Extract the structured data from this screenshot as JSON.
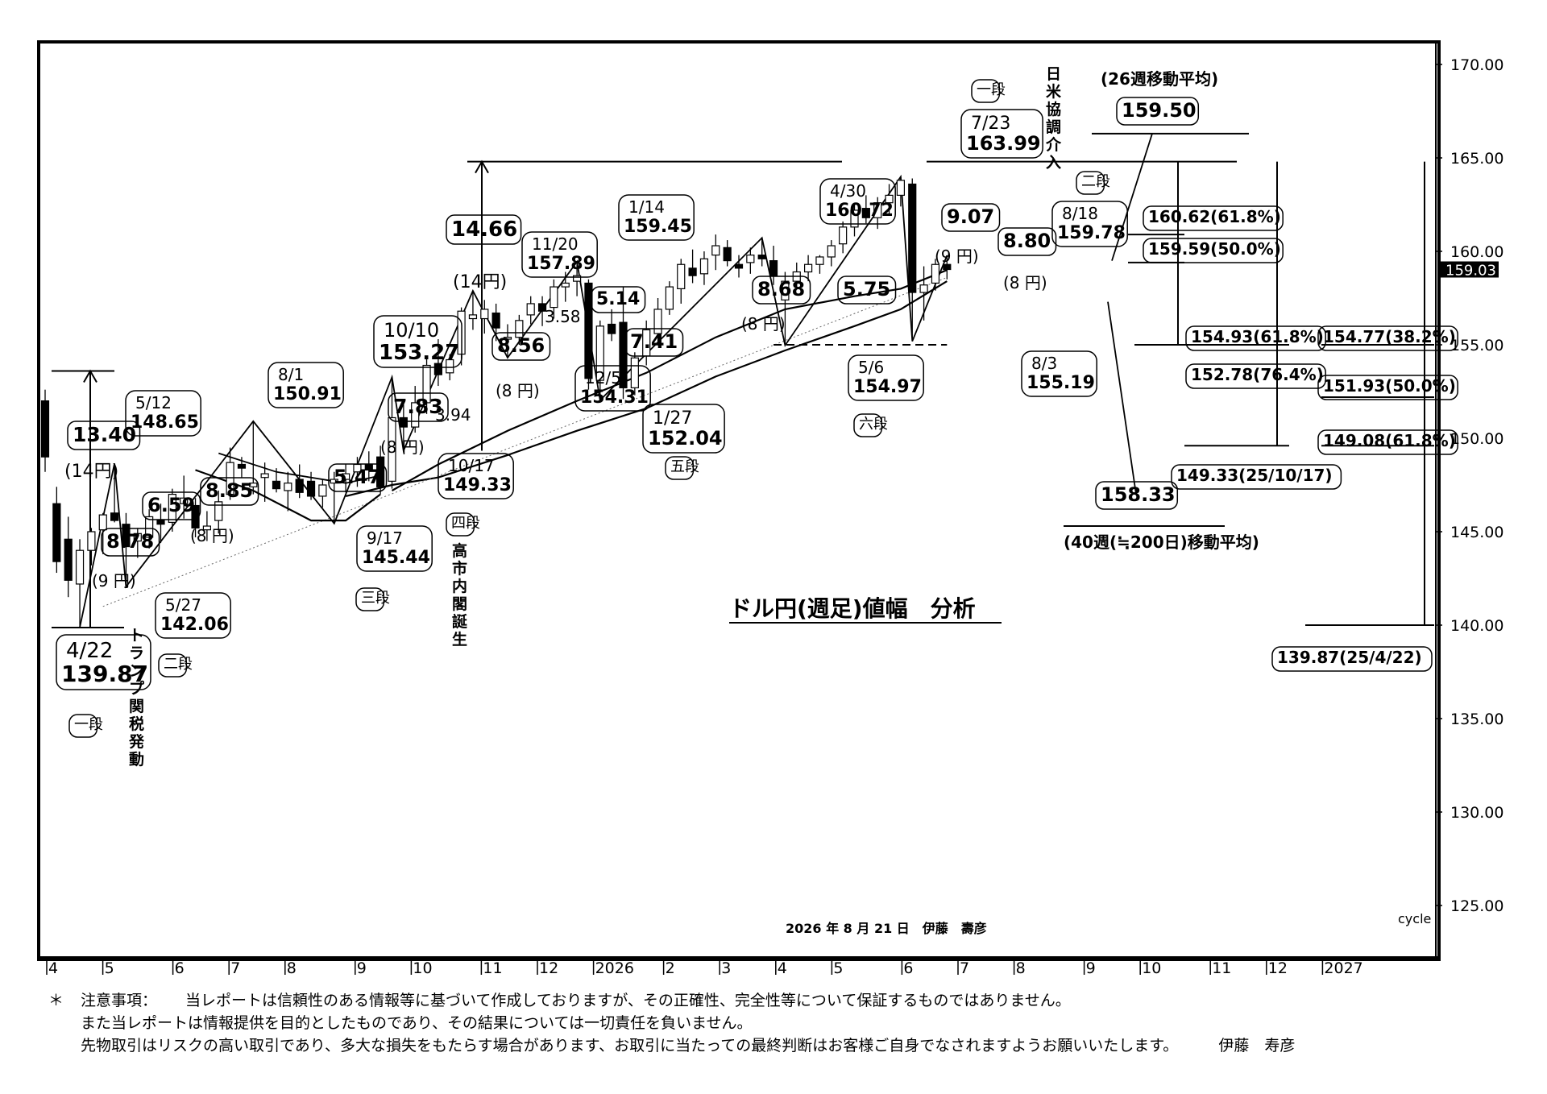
{
  "chart_data": {
    "type": "candlestick",
    "title": "ドル円(週足)値幅　分析",
    "date_line": "2026 年 8 月 21 日　伊藤　壽彦",
    "cycle_label": "cycle",
    "ylim": [
      121,
      171
    ],
    "y_ticks": [
      "170.00",
      "165.00",
      "160.00",
      "155.00",
      "150.00",
      "145.00",
      "140.00",
      "135.00",
      "130.00",
      "125.00"
    ],
    "current_price": "159.03",
    "x_labels": [
      "4",
      "5",
      "6",
      "7",
      "8",
      "9",
      "10",
      "11",
      "12",
      "2026",
      "2",
      "3",
      "4",
      "5",
      "6",
      "7",
      "8",
      "9",
      "10",
      "11",
      "12",
      "2027"
    ],
    "candles": [
      {
        "w": 0,
        "o": 152.0,
        "h": 152.6,
        "l": 148.2,
        "c": 149.0
      },
      {
        "w": 1,
        "o": 146.5,
        "h": 147.4,
        "l": 142.8,
        "c": 143.4
      },
      {
        "w": 2,
        "o": 144.6,
        "h": 145.8,
        "l": 141.5,
        "c": 142.4
      },
      {
        "w": 3,
        "o": 142.2,
        "h": 144.6,
        "l": 139.87,
        "c": 144.0
      },
      {
        "w": 4,
        "o": 144.0,
        "h": 145.2,
        "l": 143.2,
        "c": 145.0
      },
      {
        "w": 5,
        "o": 145.1,
        "h": 146.0,
        "l": 143.8,
        "c": 145.9
      },
      {
        "w": 6,
        "o": 146.0,
        "h": 148.65,
        "l": 145.5,
        "c": 145.6
      },
      {
        "w": 7,
        "o": 145.4,
        "h": 146.0,
        "l": 142.06,
        "c": 144.2
      },
      {
        "w": 8,
        "o": 144.5,
        "h": 145.2,
        "l": 143.6,
        "c": 144.9
      },
      {
        "w": 9,
        "o": 144.7,
        "h": 146.2,
        "l": 144.1,
        "c": 145.8
      },
      {
        "w": 10,
        "o": 145.6,
        "h": 146.5,
        "l": 144.4,
        "c": 145.4
      },
      {
        "w": 11,
        "o": 145.5,
        "h": 147.3,
        "l": 145.0,
        "c": 147.0
      },
      {
        "w": 12,
        "o": 146.5,
        "h": 148.0,
        "l": 145.7,
        "c": 146.8
      },
      {
        "w": 13,
        "o": 146.4,
        "h": 146.8,
        "l": 144.7,
        "c": 145.2
      },
      {
        "w": 14,
        "o": 145.1,
        "h": 146.1,
        "l": 144.5,
        "c": 145.3
      },
      {
        "w": 15,
        "o": 145.6,
        "h": 147.2,
        "l": 144.9,
        "c": 146.6
      },
      {
        "w": 16,
        "o": 147.0,
        "h": 149.5,
        "l": 146.7,
        "c": 148.7
      },
      {
        "w": 17,
        "o": 148.6,
        "h": 149.0,
        "l": 147.9,
        "c": 148.4
      },
      {
        "w": 18,
        "o": 147.4,
        "h": 150.91,
        "l": 147.0,
        "c": 147.6
      },
      {
        "w": 19,
        "o": 147.9,
        "h": 148.7,
        "l": 146.6,
        "c": 148.1
      },
      {
        "w": 20,
        "o": 147.7,
        "h": 148.4,
        "l": 147.1,
        "c": 147.3
      },
      {
        "w": 21,
        "o": 147.2,
        "h": 148.2,
        "l": 146.1,
        "c": 147.6
      },
      {
        "w": 22,
        "o": 147.8,
        "h": 148.6,
        "l": 146.8,
        "c": 147.1
      },
      {
        "w": 23,
        "o": 147.7,
        "h": 148.2,
        "l": 146.7,
        "c": 146.9
      },
      {
        "w": 24,
        "o": 146.9,
        "h": 147.8,
        "l": 146.3,
        "c": 147.5
      },
      {
        "w": 25,
        "o": 147.6,
        "h": 148.2,
        "l": 145.44,
        "c": 147.8
      },
      {
        "w": 26,
        "o": 147.8,
        "h": 148.6,
        "l": 147.1,
        "c": 148.1
      },
      {
        "w": 27,
        "o": 148.2,
        "h": 149.0,
        "l": 147.4,
        "c": 148.6
      },
      {
        "w": 28,
        "o": 148.6,
        "h": 149.3,
        "l": 147.7,
        "c": 148.3
      },
      {
        "w": 29,
        "o": 149.0,
        "h": 149.6,
        "l": 147.0,
        "c": 147.4
      },
      {
        "w": 30,
        "o": 147.7,
        "h": 153.27,
        "l": 147.3,
        "c": 151.1
      },
      {
        "w": 31,
        "o": 151.1,
        "h": 151.8,
        "l": 149.33,
        "c": 150.6
      },
      {
        "w": 32,
        "o": 150.6,
        "h": 152.8,
        "l": 150.3,
        "c": 151.9
      },
      {
        "w": 33,
        "o": 151.9,
        "h": 154.4,
        "l": 151.3,
        "c": 153.9
      },
      {
        "w": 34,
        "o": 154.0,
        "h": 155.3,
        "l": 152.8,
        "c": 153.4
      },
      {
        "w": 35,
        "o": 153.5,
        "h": 154.5,
        "l": 153.1,
        "c": 154.2
      },
      {
        "w": 36,
        "o": 154.5,
        "h": 157.0,
        "l": 153.9,
        "c": 156.8
      },
      {
        "w": 37,
        "o": 156.4,
        "h": 157.89,
        "l": 155.8,
        "c": 156.6
      },
      {
        "w": 38,
        "o": 156.4,
        "h": 157.4,
        "l": 155.6,
        "c": 156.9
      },
      {
        "w": 39,
        "o": 156.7,
        "h": 157.2,
        "l": 155.2,
        "c": 155.9
      },
      {
        "w": 40,
        "o": 155.3,
        "h": 156.1,
        "l": 154.31,
        "c": 155.4
      },
      {
        "w": 41,
        "o": 155.4,
        "h": 156.6,
        "l": 155.0,
        "c": 156.3
      },
      {
        "w": 42,
        "o": 156.6,
        "h": 157.6,
        "l": 156.1,
        "c": 157.2
      },
      {
        "w": 43,
        "o": 157.2,
        "h": 157.6,
        "l": 156.0,
        "c": 156.8
      },
      {
        "w": 44,
        "o": 157.0,
        "h": 158.5,
        "l": 156.4,
        "c": 158.1
      },
      {
        "w": 45,
        "o": 158.1,
        "h": 158.9,
        "l": 157.3,
        "c": 158.3
      },
      {
        "w": 46,
        "o": 158.4,
        "h": 159.45,
        "l": 157.6,
        "c": 158.7
      },
      {
        "w": 47,
        "o": 158.3,
        "h": 158.5,
        "l": 152.6,
        "c": 153.2
      },
      {
        "w": 48,
        "o": 153.1,
        "h": 156.3,
        "l": 152.04,
        "c": 156.0
      },
      {
        "w": 49,
        "o": 156.1,
        "h": 156.9,
        "l": 155.2,
        "c": 155.6
      },
      {
        "w": 50,
        "o": 156.2,
        "h": 158.1,
        "l": 152.1,
        "c": 152.7
      },
      {
        "w": 51,
        "o": 152.7,
        "h": 154.6,
        "l": 152.3,
        "c": 154.3
      },
      {
        "w": 52,
        "o": 154.4,
        "h": 156.3,
        "l": 153.9,
        "c": 155.8
      },
      {
        "w": 53,
        "o": 155.6,
        "h": 157.5,
        "l": 155.0,
        "c": 156.9
      },
      {
        "w": 54,
        "o": 156.9,
        "h": 158.4,
        "l": 156.6,
        "c": 158.1
      },
      {
        "w": 55,
        "o": 158.0,
        "h": 159.6,
        "l": 157.2,
        "c": 159.3
      },
      {
        "w": 56,
        "o": 159.1,
        "h": 160.1,
        "l": 158.3,
        "c": 158.7
      },
      {
        "w": 57,
        "o": 158.8,
        "h": 160.0,
        "l": 158.2,
        "c": 159.6
      },
      {
        "w": 58,
        "o": 159.8,
        "h": 160.9,
        "l": 159.0,
        "c": 160.3
      },
      {
        "w": 59,
        "o": 160.2,
        "h": 160.6,
        "l": 159.2,
        "c": 159.5
      },
      {
        "w": 60,
        "o": 159.3,
        "h": 159.8,
        "l": 158.6,
        "c": 159.1
      },
      {
        "w": 61,
        "o": 159.4,
        "h": 160.2,
        "l": 158.8,
        "c": 159.8
      },
      {
        "w": 62,
        "o": 159.8,
        "h": 160.72,
        "l": 159.2,
        "c": 159.6
      },
      {
        "w": 63,
        "o": 159.5,
        "h": 160.3,
        "l": 158.2,
        "c": 158.7
      },
      {
        "w": 64,
        "o": 157.4,
        "h": 158.9,
        "l": 154.97,
        "c": 158.4
      },
      {
        "w": 65,
        "o": 158.4,
        "h": 159.4,
        "l": 158.0,
        "c": 158.9
      },
      {
        "w": 66,
        "o": 158.9,
        "h": 159.8,
        "l": 158.4,
        "c": 159.3
      },
      {
        "w": 67,
        "o": 159.3,
        "h": 159.8,
        "l": 158.8,
        "c": 159.7
      },
      {
        "w": 68,
        "o": 159.7,
        "h": 160.6,
        "l": 159.2,
        "c": 160.3
      },
      {
        "w": 69,
        "o": 160.4,
        "h": 161.6,
        "l": 159.9,
        "c": 161.3
      },
      {
        "w": 70,
        "o": 161.3,
        "h": 162.6,
        "l": 160.8,
        "c": 162.2
      },
      {
        "w": 71,
        "o": 162.3,
        "h": 163.0,
        "l": 161.5,
        "c": 161.8
      },
      {
        "w": 72,
        "o": 161.8,
        "h": 162.9,
        "l": 161.2,
        "c": 162.6
      },
      {
        "w": 73,
        "o": 162.6,
        "h": 163.6,
        "l": 162.0,
        "c": 163.0
      },
      {
        "w": 74,
        "o": 163.0,
        "h": 163.99,
        "l": 162.4,
        "c": 163.8
      },
      {
        "w": 75,
        "o": 163.6,
        "h": 163.9,
        "l": 155.19,
        "c": 157.8
      },
      {
        "w": 76,
        "o": 157.8,
        "h": 159.2,
        "l": 156.3,
        "c": 158.2
      },
      {
        "w": 77,
        "o": 158.3,
        "h": 159.6,
        "l": 157.9,
        "c": 159.3
      },
      {
        "w": 78,
        "o": 159.3,
        "h": 159.78,
        "l": 158.5,
        "c": 159.03
      }
    ],
    "annotations": {
      "lows_highs": [
        {
          "date": "4/22",
          "value": "139.87"
        },
        {
          "date": "5/12",
          "value": "148.65"
        },
        {
          "date": "5/27",
          "value": "142.06"
        },
        {
          "date": "8/1",
          "value": "150.91"
        },
        {
          "date": "9/17",
          "value": "145.44"
        },
        {
          "date": "10/10",
          "value": "153.27"
        },
        {
          "date": "10/17",
          "value": "149.33"
        },
        {
          "date": "11/20",
          "value": "157.89"
        },
        {
          "date": "12/5",
          "value": "154.31"
        },
        {
          "date": "1/14",
          "value": "159.45"
        },
        {
          "date": "1/27",
          "value": "152.04"
        },
        {
          "date": "4/30",
          "value": "160.72"
        },
        {
          "date": "5/6",
          "value": "154.97"
        },
        {
          "date": "7/23",
          "value": "163.99"
        },
        {
          "date": "8/3",
          "value": "155.19"
        },
        {
          "date": "8/18",
          "value": "159.78"
        }
      ],
      "ranges": [
        "13.40",
        "(14円)",
        "8.78",
        "(9 円)",
        "6.59",
        "8.85",
        "(8 円)",
        "5.47",
        "7.83",
        "(8 円)",
        "3.94",
        "14.66",
        "(14円)",
        "8.56",
        "(8 円)",
        "3.58",
        "5.14",
        "7.41",
        "8.68",
        "(8 円)",
        "5.75",
        "9.07",
        "(9 円)",
        "8.80",
        "(8 円)"
      ],
      "steps": [
        "一段",
        "二段",
        "三段",
        "四段",
        "五段",
        "六段",
        "一段",
        "二段"
      ],
      "events": [
        "トランプ関税発動",
        "高市内閣誕生",
        "日米協調介入"
      ],
      "ma26_label": "26週移動平均",
      "ma26_value": "159.50",
      "ma40_label": "40週(≒200日)移動平均",
      "ma40_value": "158.33",
      "retracements": [
        "160.62(61.8%)",
        "159.59(50.0%)",
        "154.93(61.8%)",
        "152.78(76.4%)",
        "149.33(25/10/17)",
        "154.77(38.2%)",
        "151.93(50.0%)",
        "149.08(61.8%)",
        "139.87(25/4/22)"
      ]
    }
  },
  "disclaimer": {
    "mark": "＊",
    "label": "注意事項：",
    "line1": "当レポートは信頼性のある情報等に基づいて作成しておりますが、その正確性、完全性等について保証するものではありません。",
    "line2": "また当レポートは情報提供を目的としたものであり、その結果については一切責任を負いません。",
    "line3": "先物取引はリスクの高い取引であり、多大な損失をもたらす場合があります、お取引に当たっての最終判断はお客様ご自身でなされますようお願いいたします。",
    "author": "伊藤　寿彦"
  }
}
